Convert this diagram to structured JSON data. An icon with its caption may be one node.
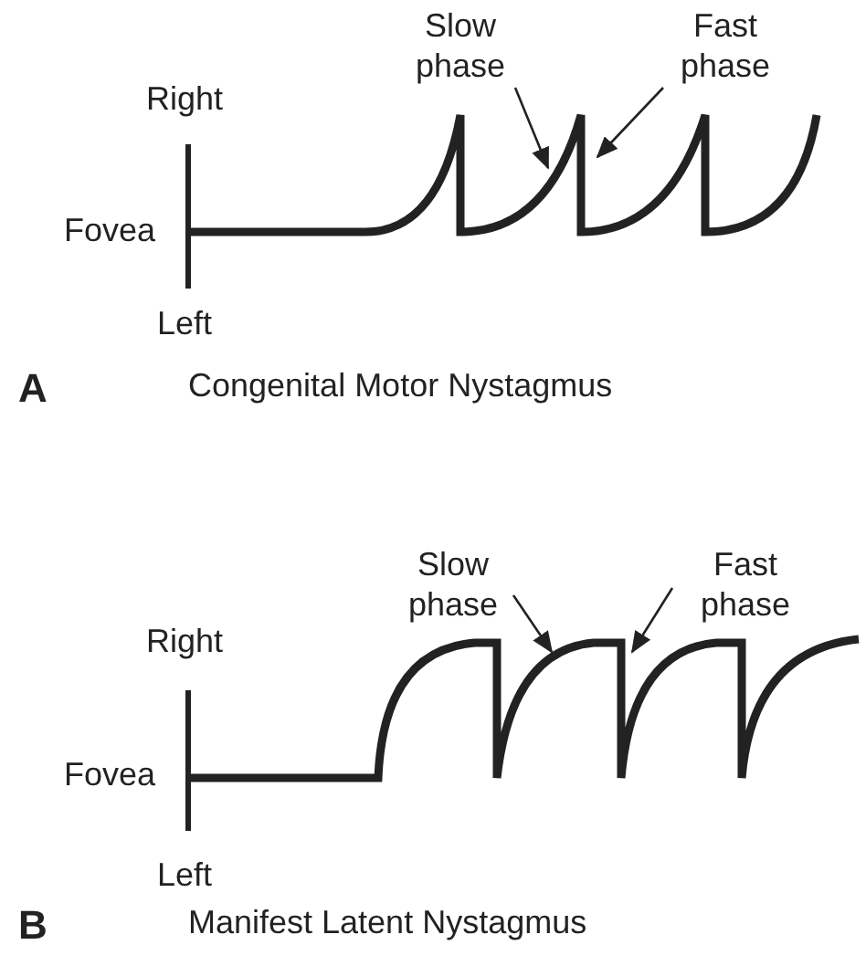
{
  "diagram": {
    "nodes": [
      {
        "text": [
          "Slow phase"
        ]
      },
      {
        "text": [
          "Fast phase"
        ]
      },
      {
        "text": [],
        "shape": "line"
      },
      {
        "text": [
          "Slow phase"
        ]
      },
      {
        "text": [
          "Fast phase"
        ]
      },
      {
        "text": [],
        "shape": "line"
      }
    ],
    "edges": [
      {
        "from": 0,
        "to": 2,
        "arrow": "to"
      },
      {
        "from": 1,
        "to": 2,
        "arrow": "to"
      },
      {
        "from": 3,
        "to": 5,
        "arrow": "to"
      },
      {
        "from": 4,
        "to": 5,
        "arrow": "to"
      }
    ],
    "labels": [
      "Right",
      "Fovea",
      "Left",
      "A",
      "Congenital Motor Nystagmus",
      "Right",
      "Fovea",
      "Left",
      "B",
      "Manifest Latent Nystagmus"
    ]
  }
}
